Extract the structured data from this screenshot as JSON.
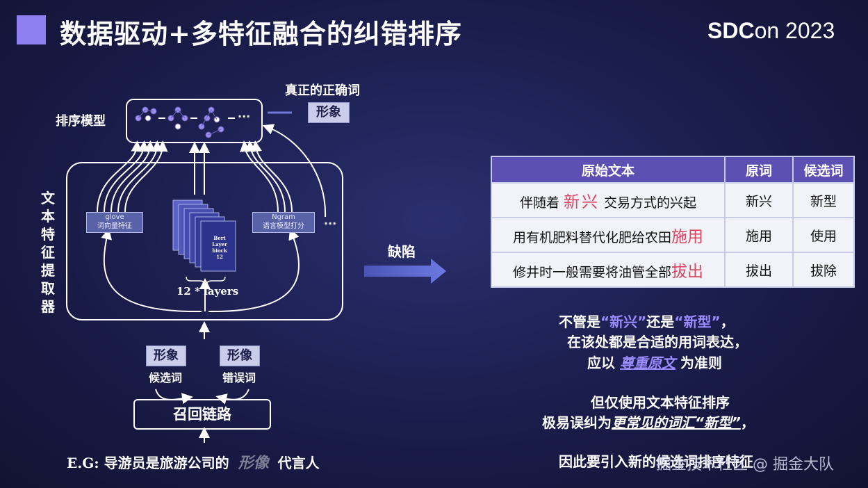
{
  "slide": {
    "title": "数据驱动+多特征融合的纠错排序",
    "brand_bold": "SDC",
    "brand_rest": "on 2023"
  },
  "diagram": {
    "ranking_model_label": "排序模型",
    "model_dots": "···",
    "true_word_title": "真正的正确词",
    "true_word": "形象",
    "extractor_label": [
      "文",
      "本",
      "特",
      "征",
      "提",
      "取",
      "器"
    ],
    "glove_title": "glove",
    "glove_sub": "词向量特征",
    "ngram_title": "Ngram",
    "ngram_sub": "语言模型打分",
    "bert_label": [
      "Bert",
      "Layer",
      "block",
      "12"
    ],
    "layers_label": "12 * layers",
    "side_dots": "···",
    "candidate_word": "形象",
    "candidate_label": "候选词",
    "error_word": "形像",
    "error_label": "错误词",
    "recall_label": "召回链路",
    "example_prefix": "E.G:",
    "example_text": "导游员是旅游公司的",
    "example_word": "形像",
    "example_suffix": "代言人",
    "defect_label": "缺陷"
  },
  "table": {
    "headers": [
      "原始文本",
      "原词",
      "候选词"
    ],
    "rows": [
      {
        "pre": "伴随着",
        "hl": "新兴",
        "post": "交易方式的兴起",
        "orig": "新兴",
        "cand": "新型"
      },
      {
        "pre": "用有机肥料替代化肥给农田",
        "hl": "施用",
        "post": "",
        "orig": "施用",
        "cand": "使用"
      },
      {
        "pre": "修井时一般需要将油管全部",
        "hl": "拔出",
        "post": "",
        "orig": "拔出",
        "cand": "拔除"
      }
    ]
  },
  "notes": {
    "p1_a": "不管是",
    "p1_q1": "“新兴”",
    "p1_b": "还是",
    "p1_q2": "“新型”",
    "p1_c": "，",
    "p2": "在该处都是合适的用词表达，",
    "p3_a": "应以",
    "p3_hl": "尊重原文",
    "p3_b": "为准则",
    "p4": "但仅使用文本特征排序",
    "p5_a": "极易误纠为",
    "p5_hl": "更常见的词汇“新型”",
    "p5_b": "，",
    "p6": "因此要引入新的候选词排序特征"
  },
  "watermark": "掘金技术社区 @ 掘金大队",
  "colors": {
    "accent": "#8e7ef0",
    "table_header": "#5d50b3",
    "highlight_red": "#d9455f",
    "highlight_purple": "#9b8cff"
  }
}
